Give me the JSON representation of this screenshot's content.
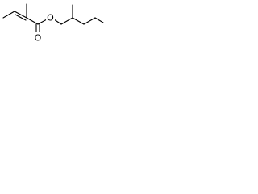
{
  "structure": {
    "atoms": [
      {
        "id": "carbonyl_o",
        "label": "O"
      },
      {
        "id": "ester_o",
        "label": "O"
      }
    ]
  },
  "colors": {
    "background": "#ffffff",
    "ink": "#000000"
  }
}
